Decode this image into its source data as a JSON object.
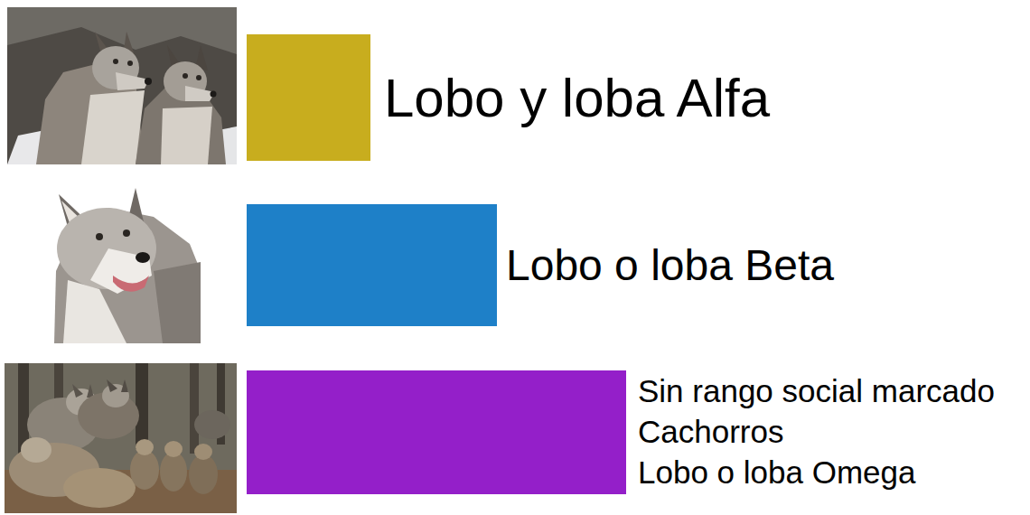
{
  "diagram": {
    "nodes": [
      {
        "text": [
          "Lobo y loba Alfa"
        ]
      },
      {
        "text": [
          "Lobo o loba Beta"
        ]
      },
      {
        "text": [
          "Sin rango social marcado",
          "Cachorros",
          "Lobo o loba Omega"
        ]
      }
    ]
  }
}
